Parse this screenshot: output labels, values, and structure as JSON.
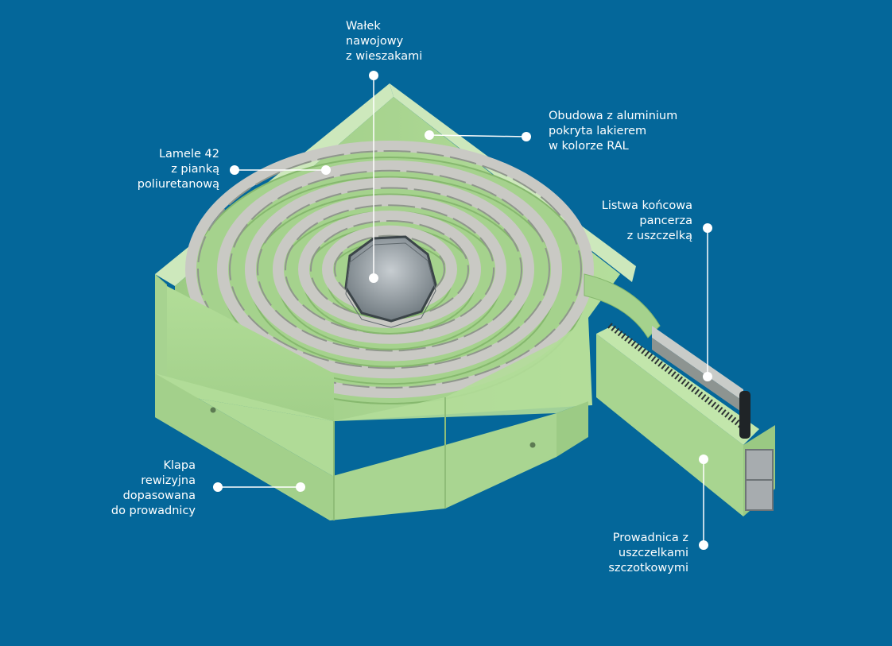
{
  "colors": {
    "background": "#04679a",
    "housing": "#a9d690",
    "housing_dark": "#86b86e",
    "slat_face": "#c9c9c4",
    "slat_edge": "#9ea39a",
    "axle": "#8a9196",
    "rail_metal": "#a7acaf",
    "leader_line": "#ffffff"
  },
  "labels": {
    "roller": [
      "Wałek",
      "nawojowy",
      "z wieszakami"
    ],
    "housing": [
      "Obudowa z aluminium",
      "pokryta lakierem",
      "w kolorze RAL"
    ],
    "slats": [
      "Lamele 42",
      "z pianką",
      "poliuretanową"
    ],
    "end_bar": [
      "Listwa końcowa",
      "pancerza",
      "z uszczelką"
    ],
    "flap": [
      "Klapa",
      "rewizyjna",
      "dopasowana",
      "do prowadnicy"
    ],
    "guide": [
      "Prowadnica z",
      "uszczelkami",
      "szczotkowymi"
    ]
  }
}
